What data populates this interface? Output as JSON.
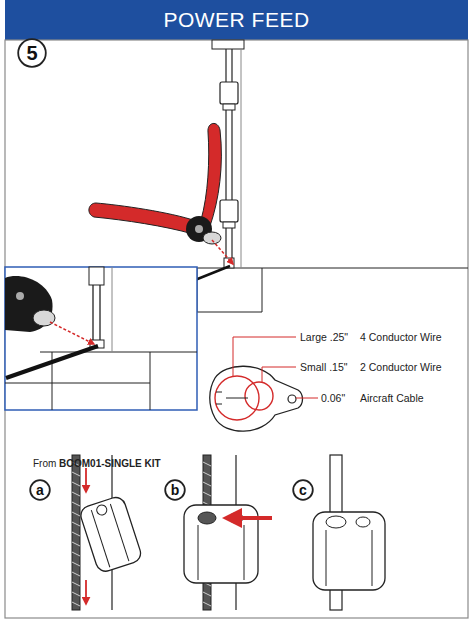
{
  "diagram": {
    "title": "POWER FEED",
    "nodes": [
      {
        "text": [
          "5"
        ]
      },
      {
        "text": [
          "a"
        ]
      },
      {
        "text": [
          "b"
        ]
      },
      {
        "text": [
          "c"
        ]
      }
    ],
    "labels": [
      "Large .25\"",
      "4 Conductor Wire",
      "Small .15\"",
      "2 Conductor Wire",
      "0.06\"",
      "Aircraft Cable",
      "From",
      "BOOM01-SINGLE KIT"
    ]
  }
}
